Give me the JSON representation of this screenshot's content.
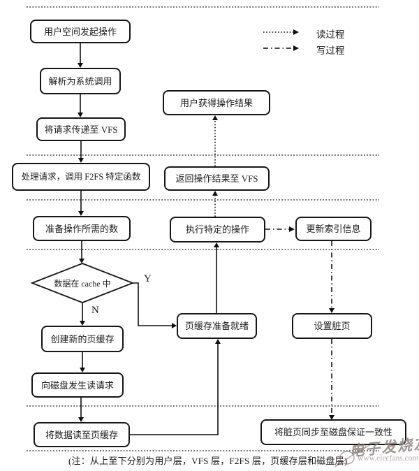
{
  "legend": {
    "read_label": "读过程",
    "write_label": "写过程"
  },
  "nodes": {
    "user_initiates": "用户空间发起操作",
    "parse_syscall": "解析为系统调用",
    "pass_to_vfs": "将请求传递至 VFS",
    "handle_request": "处理请求，调用 F2FS 特定函数",
    "prepare_data": "准备操作所需的数",
    "data_in_cache": "数据在 cache 中",
    "create_page_cache": "创建新的页缓存",
    "read_request_disk": "向磁盘发生读请求",
    "read_to_page_cache": "将数据读至页缓存",
    "page_cache_ready": "页缓存准备就绪",
    "set_dirty_page": "设置脏页",
    "user_gets_result": "用户获得操作结果",
    "return_result_vfs": "返回操作结果至 VFS",
    "execute_operation": "执行特定的操作",
    "update_index": "更新索引信息",
    "sync_dirty_pages": "将脏页同步至磁盘保证一致性"
  },
  "branch_labels": {
    "yes": "Y",
    "no": "N"
  },
  "caption": "(注：从上至下分别为用户层，VFS 层，F2FS 层，页缓存层和磁盘层)",
  "watermark": {
    "name": "电子发烧友",
    "url": "www.elecfans.com"
  },
  "colors": {
    "line": "#000000",
    "background": "#ffffff",
    "watermark_text": "#8c8383",
    "watermark_url": "#b3abab"
  }
}
